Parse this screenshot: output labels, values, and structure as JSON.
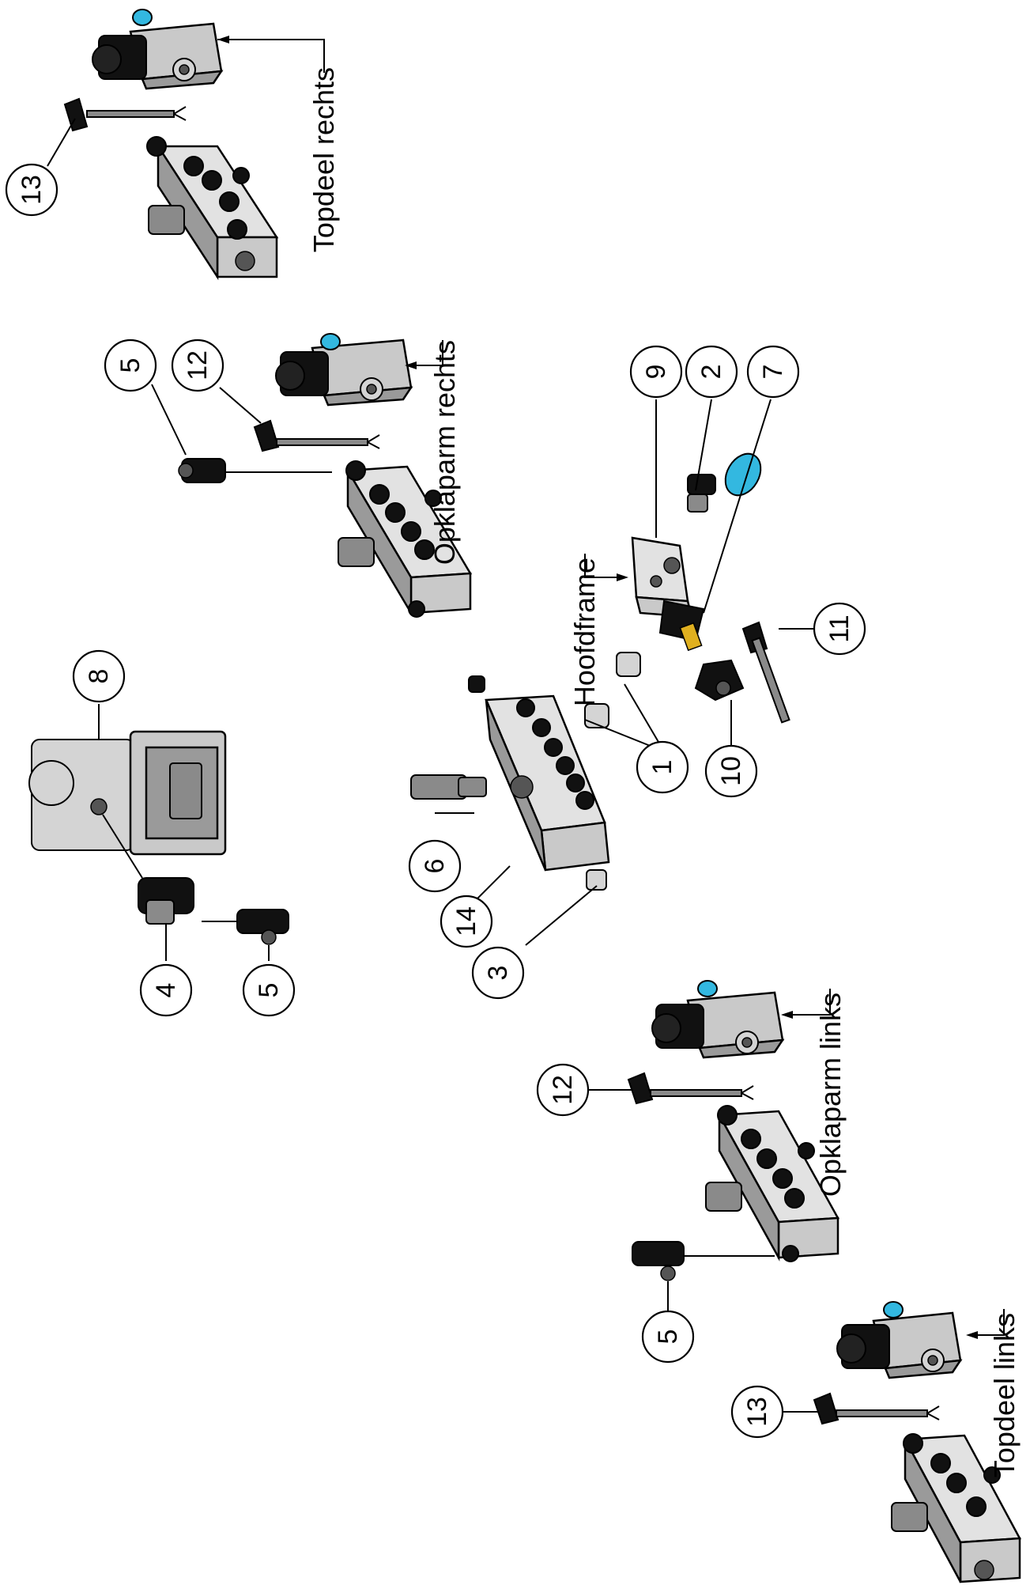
{
  "callouts": [
    "13",
    "5",
    "12",
    "8",
    "9",
    "2",
    "7",
    "1",
    "10",
    "11",
    "6",
    "14",
    "3",
    "4",
    "5",
    "12",
    "5",
    "13"
  ],
  "labels": {
    "topdeel_rechts": "Topdeel rechts",
    "opklaparm_rechts": "Opklaparm rechts",
    "hoofdframe": "Hoofdframe",
    "opklaparm_links": "Opklaparm links",
    "topdeel_links": "Topdeel links"
  },
  "colors": {
    "accent_cyan": "#33b8e0",
    "brass": "#e0b020",
    "line": "#000000"
  }
}
